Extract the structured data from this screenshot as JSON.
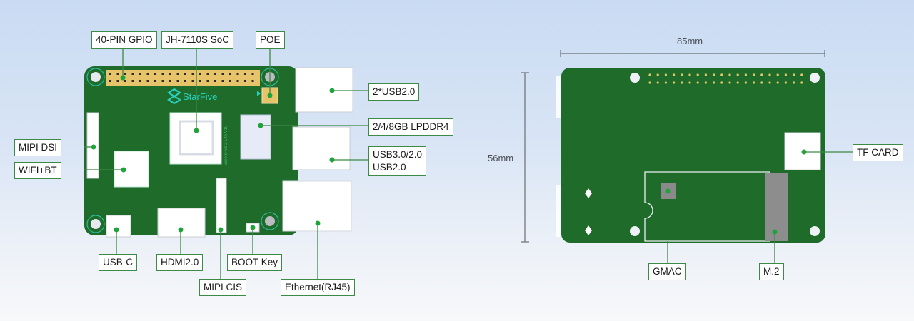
{
  "front_view": {
    "brand_logo_text": "StarFive",
    "board_silkscreen": "VisionFive 2 Lite V10",
    "callouts": {
      "gpio": "40-PIN GPIO",
      "soc": "JH-7110S SoC",
      "poe": "POE",
      "usb20_dual": "2*USB2.0",
      "memory": "2/4/8GB LPDDR4",
      "usb30": "USB3.0/2.0\nUSB2.0",
      "mipi_dsi": "MIPI DSI",
      "wifi_bt": "WIFI+BT",
      "usb_c": "USB-C",
      "hdmi": "HDMI2.0",
      "boot_key": "BOOT Key",
      "mipi_cis": "MIPI CIS",
      "ethernet": "Ethernet(RJ45)"
    }
  },
  "rear_view": {
    "width_dimension": "85mm",
    "height_dimension": "56mm",
    "callouts": {
      "tf_card": "TF CARD",
      "gmac": "GMAC",
      "m2": "M.2"
    }
  },
  "colors": {
    "pcb_green": "#1e6b2a",
    "leader_green": "#3b8a45",
    "dot_green": "#1fa33a",
    "gpio_gold": "#e7c46a",
    "logo_teal": "#28d0c0"
  }
}
